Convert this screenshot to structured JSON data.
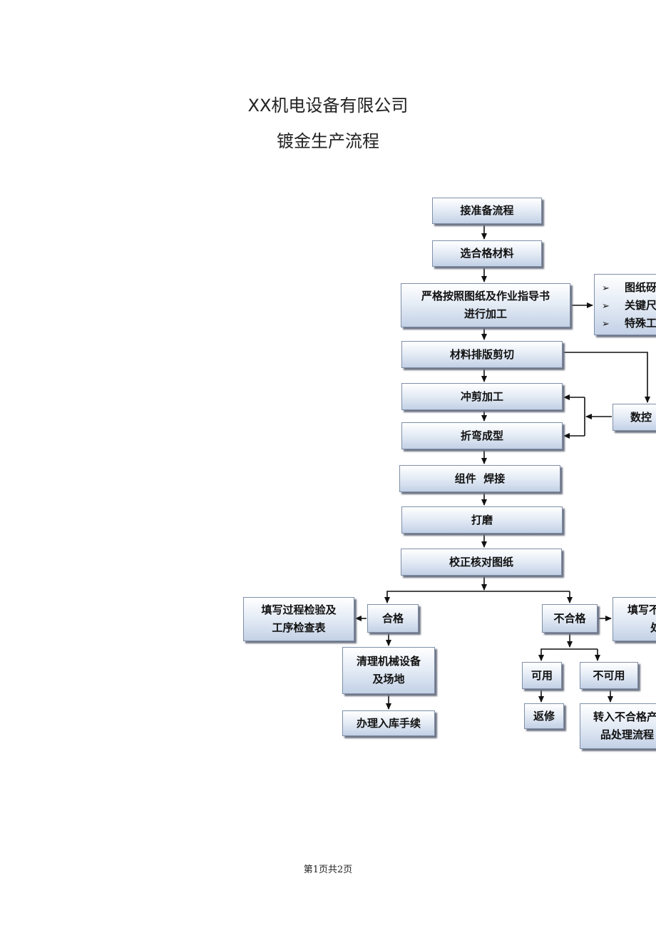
{
  "header": {
    "company": "XX机电设备有限公司",
    "subtitle": "镀金生产流程"
  },
  "footer": {
    "page_info": "第1页共2页"
  },
  "flow": {
    "receive": "接准备流程",
    "select_material": "选合格材料",
    "process_line1": "严格按照图纸及作业指导书",
    "process_line2": "进行加工",
    "notes": [
      "图纸砑",
      "关键尺",
      "特殊工"
    ],
    "bullet_mark": "➢",
    "cutting": "材料排版剪切",
    "cnc": "数控",
    "punching": "冲剪加工",
    "bending": "折弯成型",
    "welding": "组件  焊接",
    "grinding": "打磨",
    "check": "校正核对图纸",
    "pass": "合格",
    "record_line1": "填写过程检验及",
    "record_line2": "工序检查表",
    "clean_line1": "清理机械设备",
    "clean_line2": "及场地",
    "warehouse": "办理入库手续",
    "fail": "不合格",
    "fill_fail_line1": "填写不",
    "fill_fail_line2": "处",
    "usable": "可用",
    "unusable": "不可用",
    "repair": "返修",
    "transfer_line1": "转入不合格产",
    "transfer_line2": "品处理流程"
  }
}
